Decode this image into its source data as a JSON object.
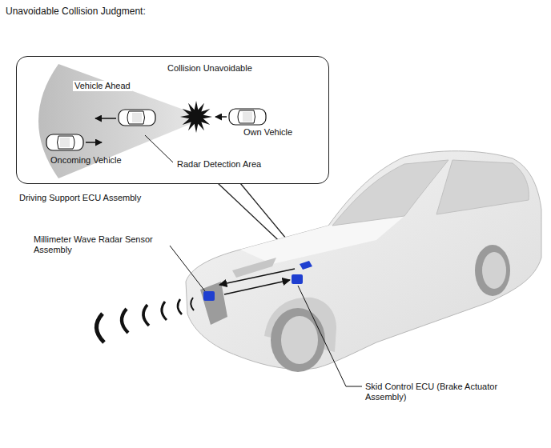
{
  "diagram": {
    "title": "Unavoidable Collision Judgment:",
    "nodes": [
      {
        "text": [
          "Collision Unavoidable",
          "Vehicle Ahead",
          "Own Vehicle",
          "Oncoming Vehicle",
          "Radar Detection Area"
        ]
      }
    ],
    "labels": [
      "Driving Support ECU Assembly",
      "Millimeter Wave Radar Sensor Assembly",
      "Skid Control ECU (Brake Actuator Assembly)"
    ]
  }
}
